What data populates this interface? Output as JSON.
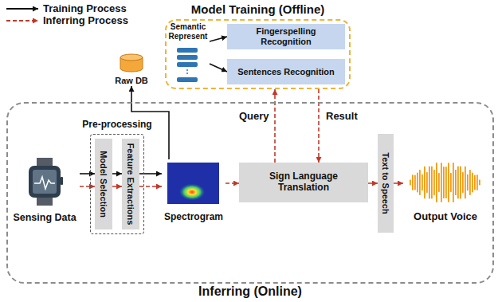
{
  "diagram": {
    "nodes": [
      {
        "text": [
          "Model Training (Offline)"
        ]
      },
      {
        "text": [
          "Semantic Represent"
        ],
        "in": 0
      },
      {
        "text": [
          "Fingerspelling Recognition"
        ],
        "in": 0
      },
      {
        "text": [
          "Sentences Recognition"
        ],
        "in": 0
      },
      {
        "text": [
          "Raw DB"
        ]
      },
      {
        "text": [
          "Inferring (Online)"
        ]
      },
      {
        "text": [
          "Sensing Data"
        ],
        "in": 5
      },
      {
        "text": [
          "Pre-processing"
        ],
        "in": 5
      },
      {
        "text": [
          "Model Selection"
        ],
        "in": 7
      },
      {
        "text": [
          "Feature Extractions"
        ],
        "in": 7
      },
      {
        "text": [
          "Spectrogram"
        ],
        "in": 5
      },
      {
        "text": [
          "Sign Language Translation"
        ],
        "in": 5
      },
      {
        "text": [
          "Text to Speech"
        ],
        "in": 5
      },
      {
        "text": [
          "Output Voice"
        ],
        "in": 5
      }
    ],
    "edges": [
      {
        "from": 1,
        "to": 2,
        "arrow": "to"
      },
      {
        "from": 1,
        "to": 3,
        "arrow": "to"
      },
      {
        "from": 6,
        "to": 8,
        "arrow": "to"
      },
      {
        "from": 6,
        "to": 8,
        "arrow": "to"
      },
      {
        "from": 8,
        "to": 9,
        "arrow": "to"
      },
      {
        "from": 8,
        "to": 9,
        "arrow": "to"
      },
      {
        "from": 9,
        "to": 10,
        "arrow": "to"
      },
      {
        "from": 9,
        "to": 10,
        "arrow": "to"
      },
      {
        "from": 10,
        "to": 4,
        "arrow": "to"
      },
      {
        "from": 10,
        "to": 11,
        "arrow": "to"
      },
      {
        "from": 11,
        "to": 0,
        "label": "Query",
        "arrow": "to"
      },
      {
        "from": 0,
        "to": 11,
        "label": "Result",
        "arrow": "to"
      },
      {
        "from": 11,
        "to": 12,
        "arrow": "to"
      },
      {
        "from": 12,
        "to": 13,
        "arrow": "to"
      }
    ],
    "legend": [
      {
        "text": "Training Process"
      },
      {
        "text": "Inferring Process"
      }
    ]
  }
}
